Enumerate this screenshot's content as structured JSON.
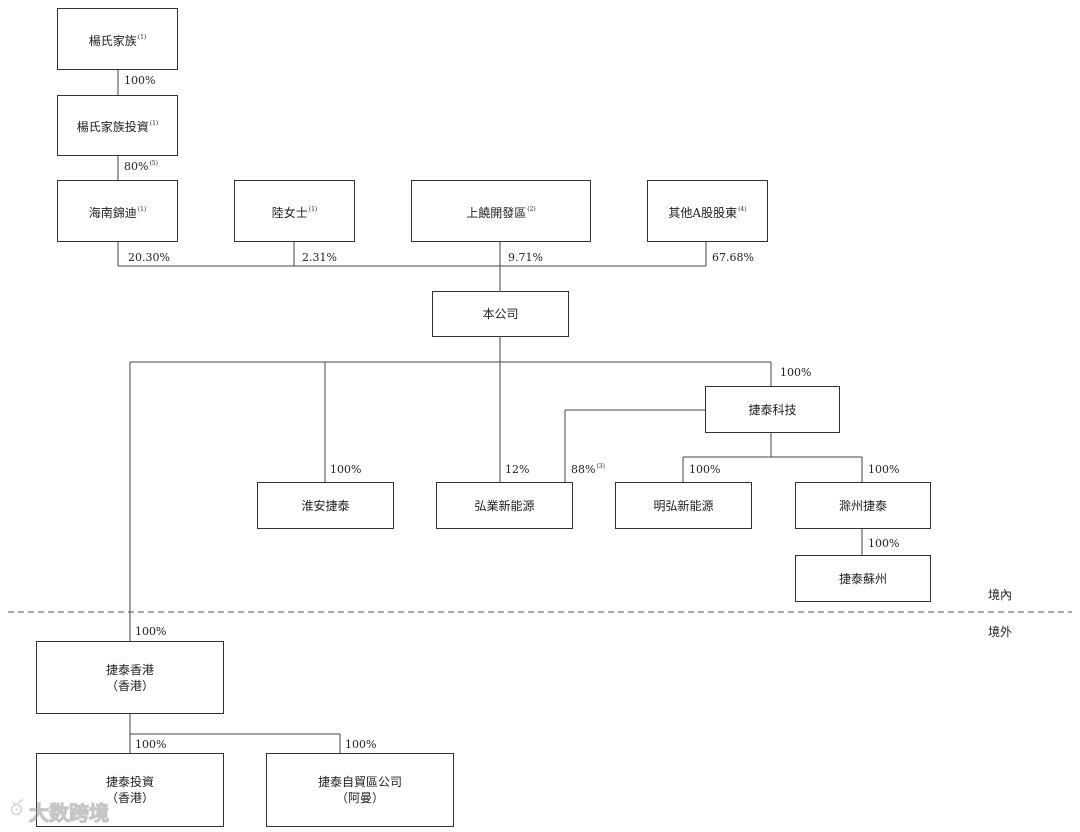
{
  "nodes": {
    "yang_family": {
      "label": "楊氏家族",
      "note": "(1)"
    },
    "yang_family_inv": {
      "label": "楊氏家族投資",
      "note": "(1)"
    },
    "hainan_jindi": {
      "label": "海南錦迪",
      "note": "(1)"
    },
    "ms_lu": {
      "label": "陸女士",
      "note": "(1)"
    },
    "shangrao_dev": {
      "label": "上饒開發區",
      "note": "(2)"
    },
    "other_a": {
      "label": "其他A股股東",
      "note": "(4)"
    },
    "company": {
      "label": "本公司"
    },
    "jietai_tech": {
      "label": "捷泰科技"
    },
    "huaian_jietai": {
      "label": "淮安捷泰"
    },
    "hongye": {
      "label": "弘業新能源"
    },
    "minghong": {
      "label": "明弘新能源"
    },
    "chuzhou": {
      "label": "滁州捷泰"
    },
    "suzhou": {
      "label": "捷泰蘇州"
    },
    "hk": {
      "label": "捷泰香港",
      "sub": "（香港）"
    },
    "hk_inv": {
      "label": "捷泰投資",
      "sub": "（香港）"
    },
    "ftz": {
      "label": "捷泰自貿區公司",
      "sub": "（阿曼）"
    }
  },
  "edges": {
    "family_to_inv": {
      "pct": "100%"
    },
    "inv_to_hainan": {
      "pct": "80%",
      "note": "(5)"
    },
    "hainan_to_co": {
      "pct": "20.30%"
    },
    "lu_to_co": {
      "pct": "2.31%"
    },
    "shangrao_to_co": {
      "pct": "9.71%"
    },
    "other_to_co": {
      "pct": "67.68%"
    },
    "co_to_tech": {
      "pct": "100%"
    },
    "co_to_huaian": {
      "pct": "100%"
    },
    "co_to_hongye": {
      "pct": "12%"
    },
    "tech_to_hongye": {
      "pct": "88%",
      "note": "(3)"
    },
    "tech_to_minghong": {
      "pct": "100%"
    },
    "tech_to_chuzhou": {
      "pct": "100%"
    },
    "chuzhou_to_suzhou": {
      "pct": "100%"
    },
    "co_to_hk": {
      "pct": "100%"
    },
    "hk_to_inv": {
      "pct": "100%"
    },
    "hk_to_ftz": {
      "pct": "100%"
    }
  },
  "regions": {
    "domestic": "境內",
    "overseas": "境外"
  },
  "watermark": {
    "text": "大数跨境"
  }
}
